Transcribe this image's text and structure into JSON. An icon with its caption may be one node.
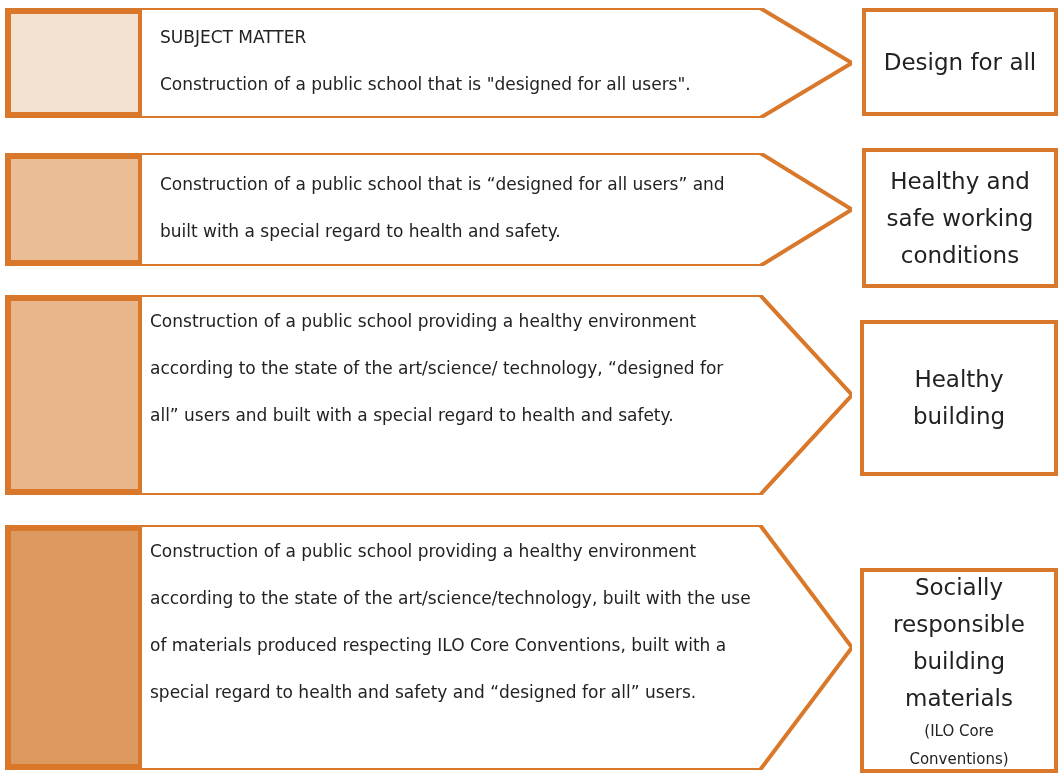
{
  "diagram": {
    "nodes": [
      {
        "text": [
          "SUBJECT MATTER",
          "Construction of a public school that is \"designed for all users\"."
        ]
      },
      {
        "text": [],
        "shape": "box",
        "in": 0
      },
      {
        "text": [
          "Design for all"
        ]
      },
      {
        "text": [
          "Construction of a public school that is “designed for all users” and built with a special regard to health and safety."
        ]
      },
      {
        "text": [],
        "shape": "box",
        "in": 3
      },
      {
        "text": [
          "Healthy and safe working conditions"
        ]
      },
      {
        "text": [
          "Construction of a public school providing a healthy environment according to the state of the art/science/ technology, “designed for all” users and built with a special regard to health and safety."
        ]
      },
      {
        "text": [],
        "shape": "box",
        "in": 6
      },
      {
        "text": [
          "Healthy building"
        ]
      },
      {
        "text": [
          "Construction of a public school providing a healthy environment according to the state of the art/science/technology, built with the use of materials produced respecting ILO Core Conventions, built with a special regard to health and safety and “designed for all” users."
        ]
      },
      {
        "text": [],
        "shape": "box",
        "in": 9
      },
      {
        "text": [
          "Socially responsible building materials",
          "(ILO Core Conventions)"
        ]
      }
    ]
  }
}
